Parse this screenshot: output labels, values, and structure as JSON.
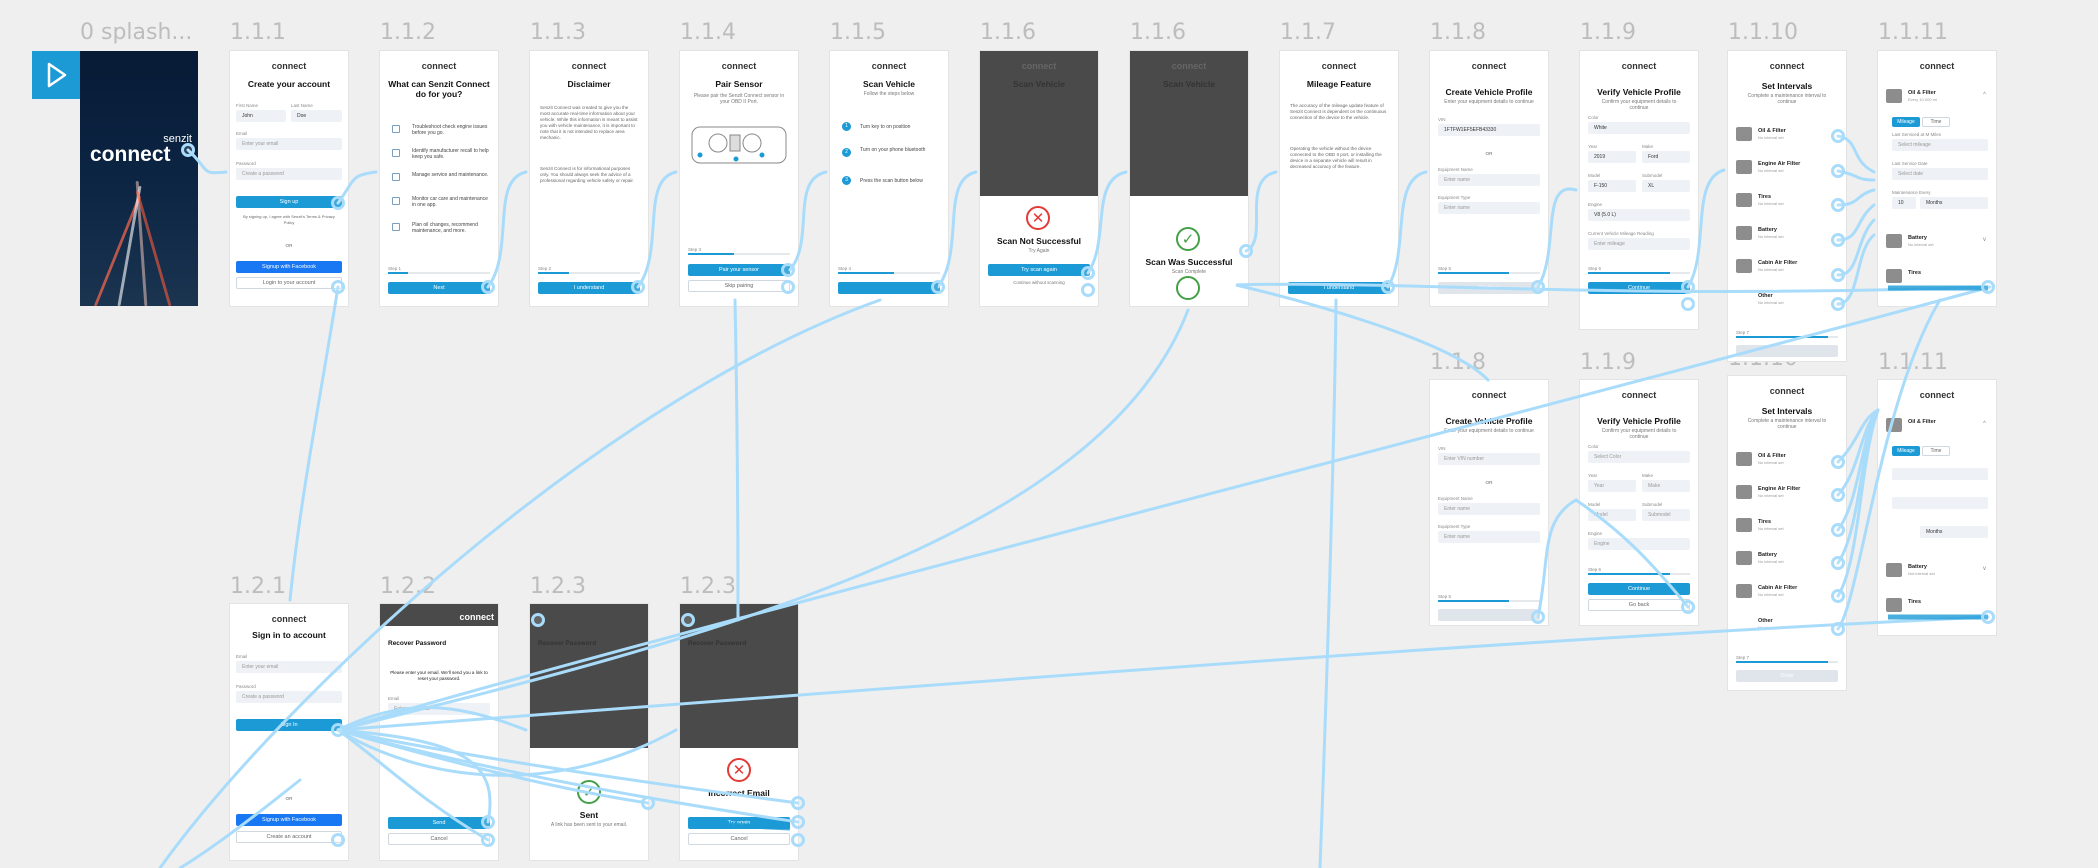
{
  "play": {
    "icon": "play-icon"
  },
  "colors": {
    "accent": "#1b9ad6",
    "wire": "#a9dcfb",
    "canvas": "#efefef",
    "dark_overlay": "#4a4a4a"
  },
  "labels": {
    "f0": "0 splash...",
    "f111": "1.1.1",
    "f112": "1.1.2",
    "f113": "1.1.3",
    "f114": "1.1.4",
    "f115": "1.1.5",
    "f116a": "1.1.6",
    "f116b": "1.1.6",
    "f117": "1.1.7",
    "f118a": "1.1.8",
    "f119a": "1.1.9",
    "f1110a": "1.1.10",
    "f1111a": "1.1.11",
    "f118b": "1.1.8",
    "f119b": "1.1.9",
    "f1110b": "1.1.10",
    "f1111b": "1.1.11",
    "f121": "1.2.1",
    "f122": "1.2.2",
    "f123a": "1.2.3",
    "f123b": "1.2.3"
  },
  "brand": {
    "logo": "connect",
    "splash_top": "senzit",
    "splash_word": "connect"
  },
  "s111": {
    "title": "Create your account",
    "first_name_label": "First Name",
    "last_name_label": "Last Name",
    "first": "John",
    "last": "Doe",
    "email_label": "Email",
    "email_ph": "Enter your email",
    "password_label": "Password",
    "password_ph": "Create a password",
    "signup": "Sign up",
    "terms": "By signing up, I agree with Senzit's Terms & Privacy Policy",
    "or": "OR",
    "fb": "Signup with Facebook",
    "login": "Login to your account"
  },
  "s112": {
    "title": "What can Senzit Connect do for you?",
    "items": [
      "Troubleshoot check engine issues before you go.",
      "Identify manufacturer recall to help keep you safe.",
      "Manage service and maintenance.",
      "Monitor car care and maintenance in one app.",
      "Plan oil changes, recommend maintenance, and more."
    ],
    "step": "Step 1",
    "next": "Next"
  },
  "s113": {
    "title": "Disclaimer",
    "p1": "Senzit Connect was created to give you the most accurate real-time information about your vehicle. While this information is meant to assist you with vehicle maintenance, it is important to note that it is not intended to replace area mechanic.",
    "p2": "Senzit Connect is for informational purposes only. You should always seek the advice of a professional regarding vehicle safety or repair.",
    "step": "Step 2",
    "btn": "I understand"
  },
  "s114": {
    "title": "Pair Sensor",
    "subtitle": "Please pair the Senzit Connect sensor in your OBD II Port.",
    "step": "Step 3",
    "btn": "Pair your sensor",
    "skip": "Skip pairing"
  },
  "s115": {
    "title": "Scan Vehicle",
    "subtitle": "Follow the steps below",
    "steps": [
      "Turn key to on position",
      "Turn on your phone bluetooth",
      "Press the scan button below"
    ],
    "step": "Step 4"
  },
  "s116a": {
    "title": "Scan Vehicle",
    "result": "Scan Not Successful",
    "sub": "Try Again",
    "btn": "Try scan again",
    "link": "Continue without scanning"
  },
  "s116b": {
    "title": "Scan Vehicle",
    "result": "Scan Was Successful",
    "sub": "Scan Complete"
  },
  "s117": {
    "title": "Mileage Feature",
    "p1": "The accuracy of the mileage update feature of Senzit Connect is dependent on the continuous connection of the device to the vehicle.",
    "p2": "Operating the vehicle without the device connected to the OBD II port, or installing the device in a separate vehicle will result in decreased accuracy of the feature.",
    "btn": "I understand"
  },
  "s118a": {
    "title": "Create Vehicle Profile",
    "subtitle": "Enter your equipment details to continue",
    "vin_label": "VIN",
    "vin": "1FTFW1EF5EFB43330",
    "or": "OR",
    "name_label": "Equipment Name",
    "name_ph": "Enter name",
    "type_label": "Equipment Type",
    "type_ph": "Enter name",
    "step": "Step 5",
    "btn": "Continue"
  },
  "s119a": {
    "title": "Verify Vehicle Profile",
    "subtitle": "Confirm your equipment details to continue",
    "color_label": "Color",
    "color": "White",
    "year_label": "Year",
    "year": "2019",
    "make_label": "Make",
    "make": "Ford",
    "model_label": "Model",
    "model": "F-150",
    "sub_label": "Submodel",
    "sub": "XL",
    "engine_label": "Engine",
    "engine": "V8 (5.0 L)",
    "mileage_label": "Current Vehicle Mileage Reading",
    "mileage_ph": "Enter mileage",
    "step": "Step 6",
    "btn": "Continue"
  },
  "s1110a": {
    "title": "Set Intervals",
    "subtitle": "Complete a maintenance interval to continue",
    "items": [
      "Oil & Filter",
      "Engine Air Filter",
      "Tires",
      "Battery",
      "Cabin Air Filter",
      "Other"
    ],
    "item_sub": "No interval set",
    "step": "Step 7"
  },
  "s1111a": {
    "title": "Oil & Filter",
    "sub": "Every 10,000 mi",
    "tab1": "Mileage",
    "tab2": "Time",
    "last_label": "Last Serviced at M Miles",
    "last_ph": "Select mileage",
    "date_label": "Last Service Date",
    "date_ph": "Select date",
    "freq_label": "Maintenance Every",
    "freq_num": "10",
    "freq_unit": "Months",
    "battery": "Battery",
    "battery_sub": "No interval set",
    "tires": "Tires"
  },
  "s118b": {
    "title": "Create Vehicle Profile",
    "subtitle": "Enter your equipment details to continue",
    "vin_label": "VIN",
    "vin_ph": "Enter VIN number",
    "or": "OR",
    "name_label": "Equipment Name",
    "name_ph": "Enter name",
    "type_label": "Equipment Type",
    "type_ph": "Enter name",
    "step": "Step 5"
  },
  "s119b": {
    "title": "Verify Vehicle Profile",
    "subtitle": "Confirm your equipment details to continue",
    "color_label": "Color",
    "color": "Select Color",
    "year_label": "Year",
    "year": "Year",
    "make_label": "Make",
    "make": "Make",
    "model_label": "Model",
    "model": "Model",
    "sub_label": "Submodel",
    "sub": "Submodel",
    "engine_label": "Engine",
    "engine": "Engine",
    "step": "Step 6",
    "btn": "Continue",
    "back": "Go back"
  },
  "s1110b": {
    "title": "Set Intervals",
    "subtitle": "Complete a maintenance interval to continue",
    "items": [
      "Oil & Filter",
      "Engine Air Filter",
      "Tires",
      "Battery",
      "Cabin Air Filter",
      "Other"
    ],
    "item_sub": "No interval set",
    "step": "Step 7",
    "btn": "Done"
  },
  "s1111b": {
    "title": "Oil & Filter",
    "tab1": "Mileage",
    "tab2": "Time",
    "freq_unit": "Months",
    "battery": "Battery",
    "battery_sub": "Not interval set",
    "tires": "Tires"
  },
  "s121": {
    "title": "Sign in to account",
    "email_label": "Email",
    "email_ph": "Enter your email",
    "password_label": "Password",
    "password_ph": "Create a password",
    "btn": "Sign In",
    "or": "OR",
    "fb": "Signup with Facebook",
    "create": "Create an account"
  },
  "s122": {
    "title": "Recover Password",
    "text": "Please enter your email. We'll send you a link to reset your password.",
    "email_label": "Email",
    "email_ph": "Enter your email",
    "send": "Send",
    "cancel": "Cancel"
  },
  "s123a": {
    "title": "Recover Password",
    "result": "Sent",
    "sub": "A link has been sent to your email."
  },
  "s123b": {
    "title": "Recover Password",
    "result": "Incorrect Email",
    "btn": "Try again",
    "cancel": "Cancel"
  }
}
